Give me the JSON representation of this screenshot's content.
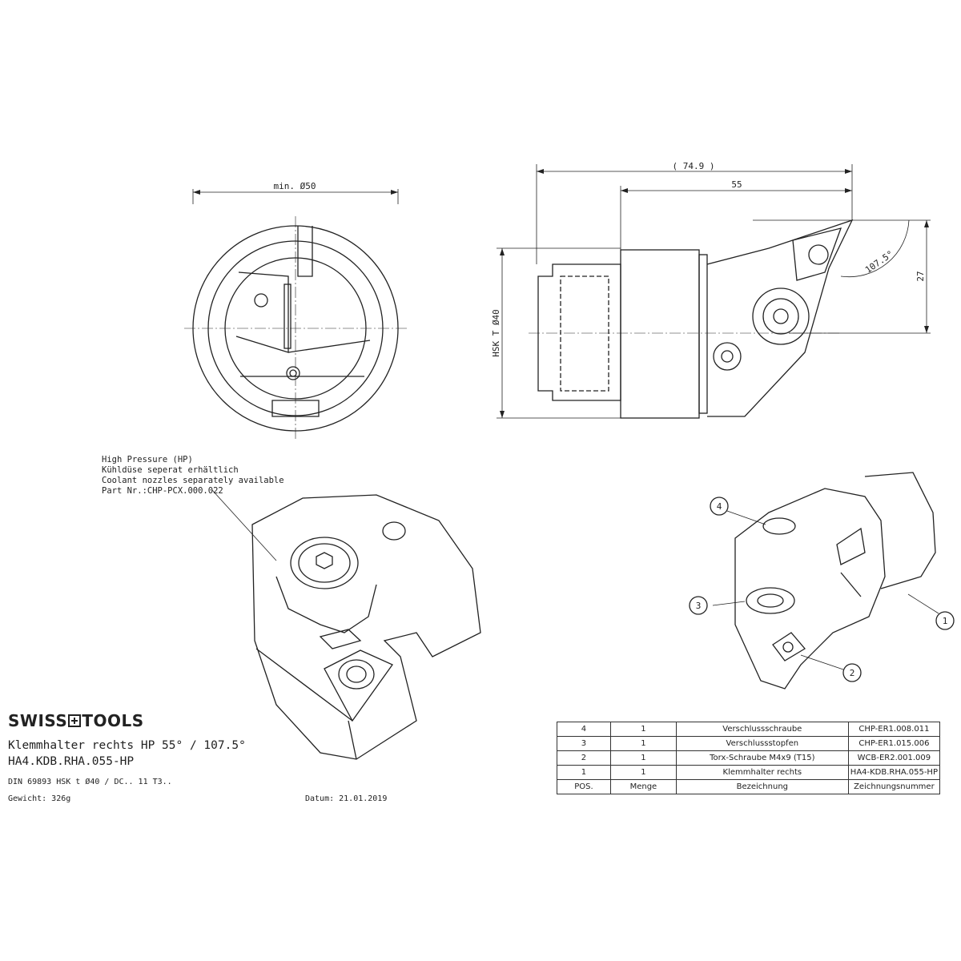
{
  "dims": {
    "min_dia": "min. Ø50",
    "overall": "( 74.9 )",
    "length": "55",
    "angle": "107.5°",
    "height": "27",
    "shank": "HSK T Ø40"
  },
  "note": {
    "line1": "High Pressure (HP)",
    "line2": "Kühldüse seperat erhältlich",
    "line3": "Coolant nozzles separately available",
    "line4": "Part Nr.:CHP-PCX.000.022"
  },
  "brand": {
    "left": "SWISS",
    "right": "TOOLS"
  },
  "title": {
    "line1": "Klemmhalter rechts HP 55° / 107.5°",
    "line2": "HA4.KDB.RHA.055-HP",
    "spec": "DIN 69893 HSK t Ø40 / DC.. 11 T3..",
    "weight": "Gewicht: 326g",
    "date": "Datum: 21.01.2019"
  },
  "balloons": [
    "1",
    "2",
    "3",
    "4"
  ],
  "parts_table": {
    "rows": [
      [
        "4",
        "1",
        "Verschlussschraube",
        "CHP-ER1.008.011"
      ],
      [
        "3",
        "1",
        "Verschlussstopfen",
        "CHP-ER1.015.006"
      ],
      [
        "2",
        "1",
        "Torx-Schraube M4x9 (T15)",
        "WCB-ER2.001.009"
      ],
      [
        "1",
        "1",
        "Klemmhalter rechts",
        "HA4-KDB.RHA.055-HP"
      ]
    ],
    "header": [
      "POS.",
      "Menge",
      "Bezeichnung",
      "Zeichnungsnummer"
    ]
  }
}
